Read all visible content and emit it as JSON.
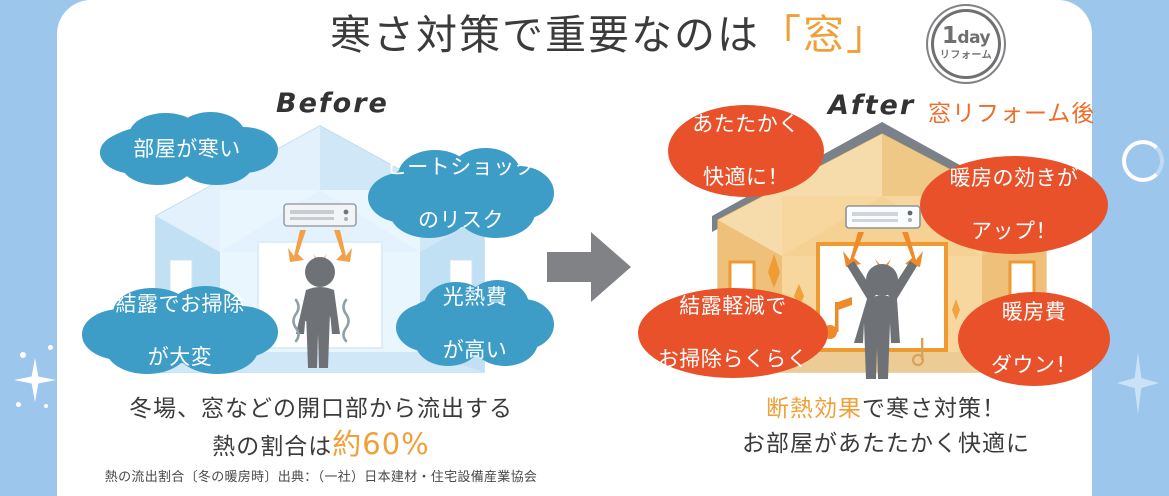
{
  "header": {
    "title_main": "寒さ対策で重要なのは",
    "title_highlight": "「窓」",
    "badge_line1_num": "1",
    "badge_line1_unit": "day",
    "badge_line2": "リフォーム"
  },
  "before": {
    "label": "Before",
    "bubbles": [
      {
        "id": "room-cold",
        "text": "部屋が寒い"
      },
      {
        "id": "heat-shock-risk",
        "line1": "ヒートショック",
        "line2": "のリスク"
      },
      {
        "id": "condensation",
        "line1": "結露でお掃除",
        "line2": "が大変"
      },
      {
        "id": "utility-cost",
        "line1": "光熱費",
        "line2": "が高い"
      }
    ],
    "caption_line1": "冬場、窓などの開口部から流出する",
    "caption_line2_pre": "熱の割合は",
    "caption_line2_hl": "約60%",
    "credit": "熱の流出割合〔冬の暖房時〕出典：（一社）日本建材・住宅設備産業協会"
  },
  "after": {
    "label": "After",
    "label_jp": "窓リフォーム後",
    "bubbles": [
      {
        "id": "warm-comfortable",
        "line1": "あたたかく",
        "line2": "快適に！"
      },
      {
        "id": "heating-up",
        "line1": "暖房の効きが",
        "line2": "アップ！"
      },
      {
        "id": "easy-cleaning",
        "line1": "結露軽減で",
        "line2": "お掃除らくらく"
      },
      {
        "id": "heating-cost-down",
        "line1": "暖房費",
        "line2": "ダウン！"
      }
    ],
    "caption_line1_hl": "断熱効果",
    "caption_line1_post": "で寒さ対策！",
    "caption_line2": "お部屋があたたかく快適に"
  },
  "colors": {
    "background_blue": "#9dc6ec",
    "panel_white": "#ffffff",
    "bubble_blue": "#3d9dc7",
    "bubble_orange": "#e8512a",
    "accent_orange": "#efa038",
    "after_label_orange": "#ef6c29",
    "arrow_gray": "#808285",
    "badge_gray": "#6f7072",
    "house_before_fill": "#cbe6f6",
    "house_after_fill": "#f5ce8e"
  }
}
